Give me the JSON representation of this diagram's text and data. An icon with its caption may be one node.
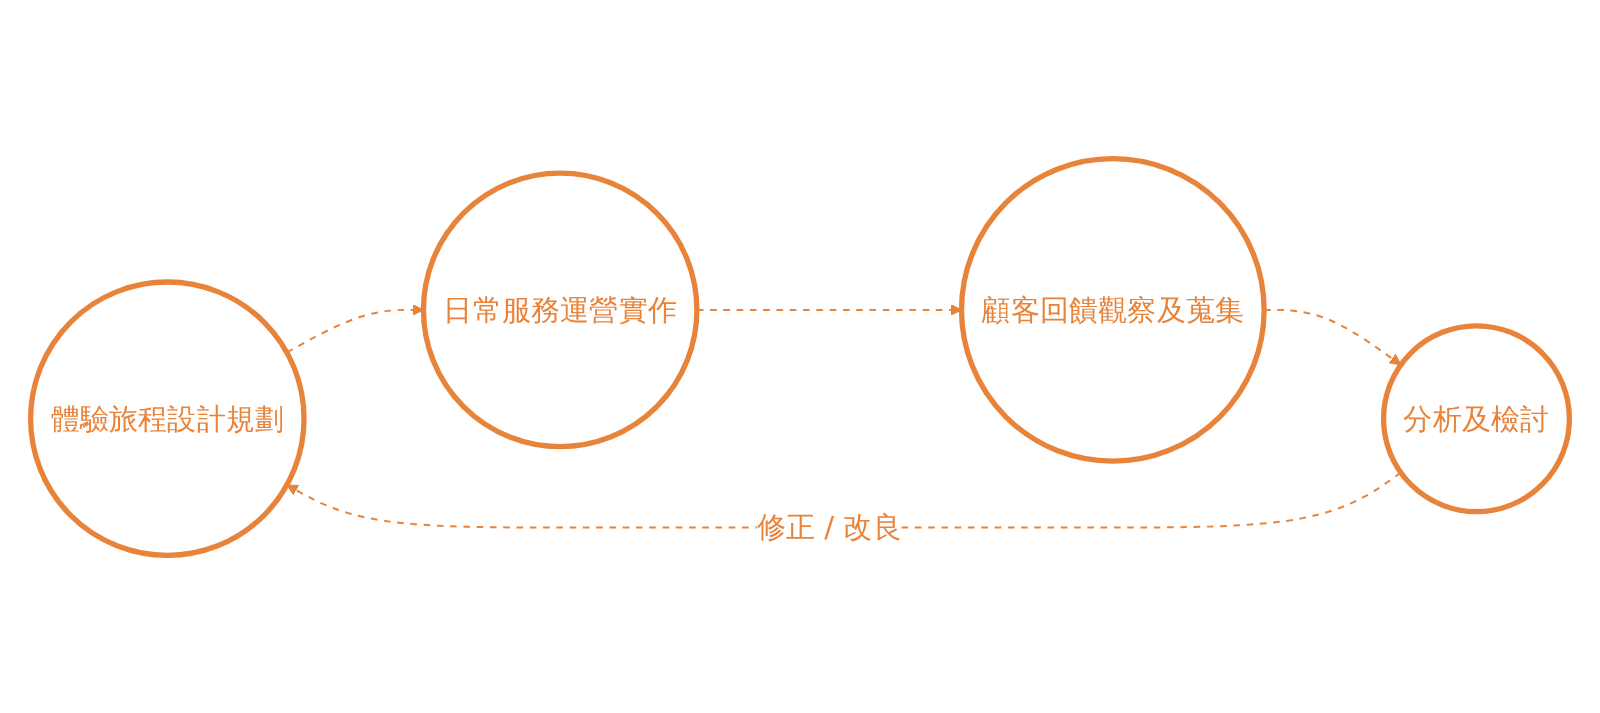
{
  "diagram": {
    "nodes": [
      {
        "text": [
          "體驗旅程設計規劃"
        ]
      },
      {
        "text": [
          "日常服務運營實作"
        ]
      },
      {
        "text": [
          "顧客回饋觀察及蒐集"
        ]
      },
      {
        "text": [
          "分析及檢討"
        ]
      }
    ],
    "edges": [
      {
        "from": 0,
        "to": 1,
        "arrow": "to",
        "style": "dashed"
      },
      {
        "from": 1,
        "to": 2,
        "arrow": "to",
        "style": "dashed"
      },
      {
        "from": 2,
        "to": 3,
        "arrow": "to",
        "style": "dashed"
      },
      {
        "from": 3,
        "to": 0,
        "arrow": "to",
        "style": "dashed",
        "label": "修正 / 改良"
      }
    ]
  }
}
